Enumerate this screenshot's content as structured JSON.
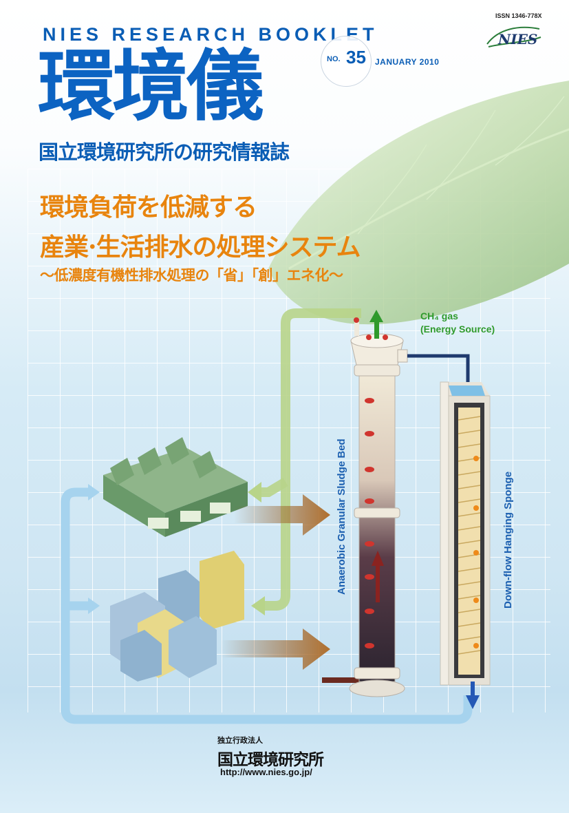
{
  "header": {
    "series_title": "NIES RESEARCH BOOKLET",
    "issn": "ISSN 1346-778X",
    "logo_text": "NIES",
    "title": "環境儀",
    "issue_prefix": "NO.",
    "issue_number": "35",
    "issue_date": "JANUARY 2010",
    "subtitle": "国立環境研究所の研究情報誌"
  },
  "headline": {
    "line1": "環境負荷を低減する",
    "line2": "産業·生活排水の処理システム",
    "line3": "～低濃度有機性排水処理の「省」「創」エネ化～"
  },
  "diagram": {
    "gas_label_formula": "CH₄ gas",
    "gas_label_note": "(Energy Source)",
    "reactor_label": "Anaerobic Granular Sludge Bed",
    "sponge_label": "Down-flow Hanging Sponge"
  },
  "footer": {
    "org_type": "独立行政法人",
    "org_name": "国立環境研究所",
    "url": "http://www.nies.go.jp/"
  },
  "colors": {
    "title_blue": "#0c63c2",
    "headline_orange": "#e8840e",
    "gas_green": "#2f9a2c",
    "label_blue": "#1b5fb0"
  }
}
